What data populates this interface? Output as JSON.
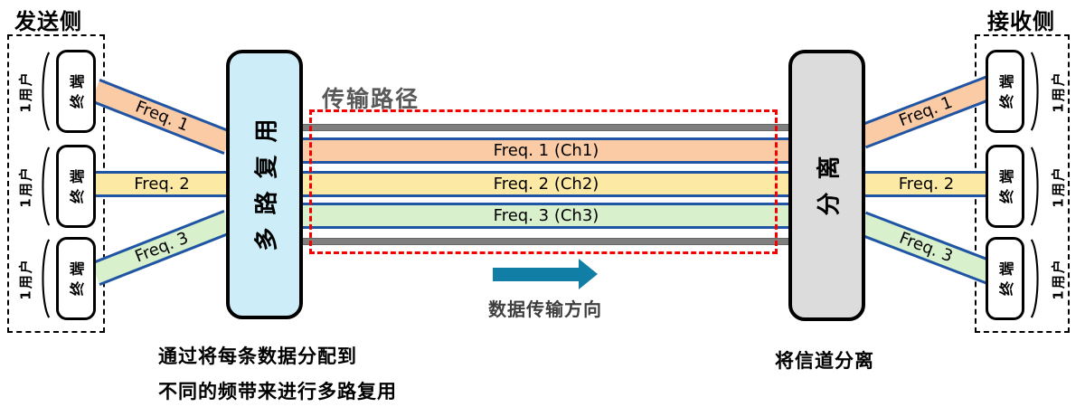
{
  "sender": {
    "title": "发送侧",
    "users": [
      {
        "label": "1用户",
        "terminal": "终端"
      },
      {
        "label": "1用户",
        "terminal": "终端"
      },
      {
        "label": "1用户",
        "terminal": "终端"
      }
    ]
  },
  "receiver": {
    "title": "接收侧",
    "users": [
      {
        "label": "1用户",
        "terminal": "终端"
      },
      {
        "label": "1用户",
        "terminal": "终端"
      },
      {
        "label": "1用户",
        "terminal": "终端"
      }
    ]
  },
  "multiplexer": {
    "label": "多路复用"
  },
  "separator": {
    "label": "分离"
  },
  "transmission": {
    "title": "传输路径",
    "channels": [
      {
        "label": "Freq. 1 (Ch1)"
      },
      {
        "label": "Freq. 2 (Ch2)"
      },
      {
        "label": "Freq. 3 (Ch3)"
      }
    ]
  },
  "left_links": [
    {
      "label": "Freq. 1"
    },
    {
      "label": "Freq. 2"
    },
    {
      "label": "Freq. 3"
    }
  ],
  "right_links": [
    {
      "label": "Freq. 1"
    },
    {
      "label": "Freq. 2"
    },
    {
      "label": "Freq. 3"
    }
  ],
  "arrow": {
    "label": "数据传输方向"
  },
  "captions": {
    "mux_line1": "通过将每条数据分配到",
    "mux_line2": "不同的频带来进行多路复用",
    "sep": "将信道分离"
  },
  "colors": {
    "ch1": "#FACBA4",
    "ch2": "#FCE9A4",
    "ch3": "#D9F0CC",
    "band_border": "#1F55A4",
    "gray_bar": "#7F7F7F",
    "mux_fill": "#CDEEF8",
    "sep_fill": "#DCDCDC",
    "red": "#F40000",
    "teal": "#117FA5",
    "title_gray": "#595959",
    "text_dark": "#3F3F3F"
  }
}
